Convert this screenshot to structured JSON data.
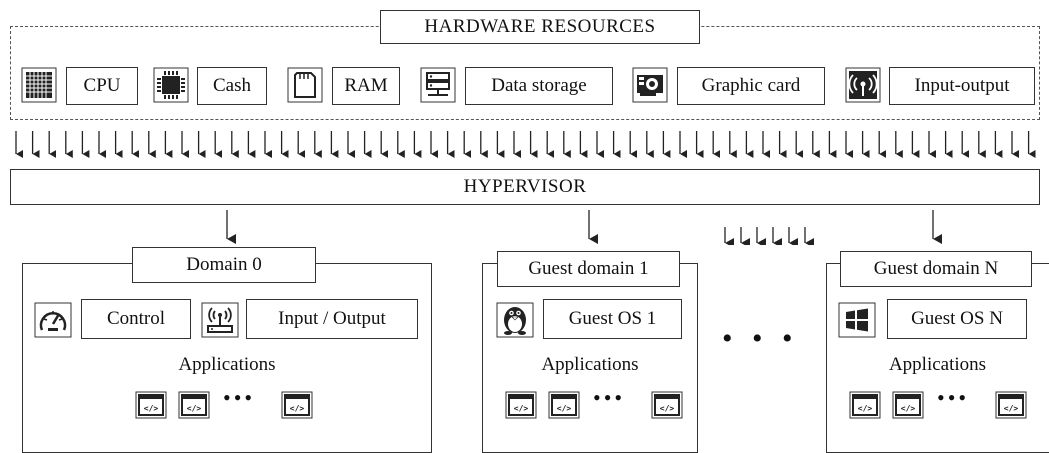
{
  "hardware": {
    "title": "HARDWARE RESOURCES",
    "items": [
      {
        "label": "CPU",
        "icon": "cpu-icon"
      },
      {
        "label": "Cash",
        "icon": "cache-chip-icon"
      },
      {
        "label": "RAM",
        "icon": "sd-card-icon"
      },
      {
        "label": "Data storage",
        "icon": "server-icon"
      },
      {
        "label": "Graphic card",
        "icon": "graphics-card-icon"
      },
      {
        "label": "Input-output",
        "icon": "wireless-signal-icon"
      }
    ]
  },
  "hypervisor": {
    "label": "HYPERVISOR"
  },
  "domains": [
    {
      "title": "Domain 0",
      "items": [
        {
          "label": "Control",
          "icon": "speedometer-icon"
        },
        {
          "label": "Input / Output",
          "icon": "router-icon"
        }
      ],
      "apps_label": "Applications",
      "app_icon": "code-window-icon",
      "ellipsis": "•••"
    },
    {
      "title": "Guest domain 1",
      "items": [
        {
          "label": "Guest OS 1",
          "icon": "linux-penguin-icon"
        }
      ],
      "apps_label": "Applications",
      "app_icon": "code-window-icon",
      "ellipsis": "•••"
    },
    {
      "title": "Guest domain N",
      "items": [
        {
          "label": "Guest OS N",
          "icon": "windows-logo-icon"
        }
      ],
      "apps_label": "Applications",
      "app_icon": "code-window-icon",
      "ellipsis": "•••"
    }
  ],
  "between_domains_ellipsis": "• • •",
  "colors": {
    "line": "#333333",
    "icon_fill": "#222222",
    "background": "#ffffff"
  }
}
